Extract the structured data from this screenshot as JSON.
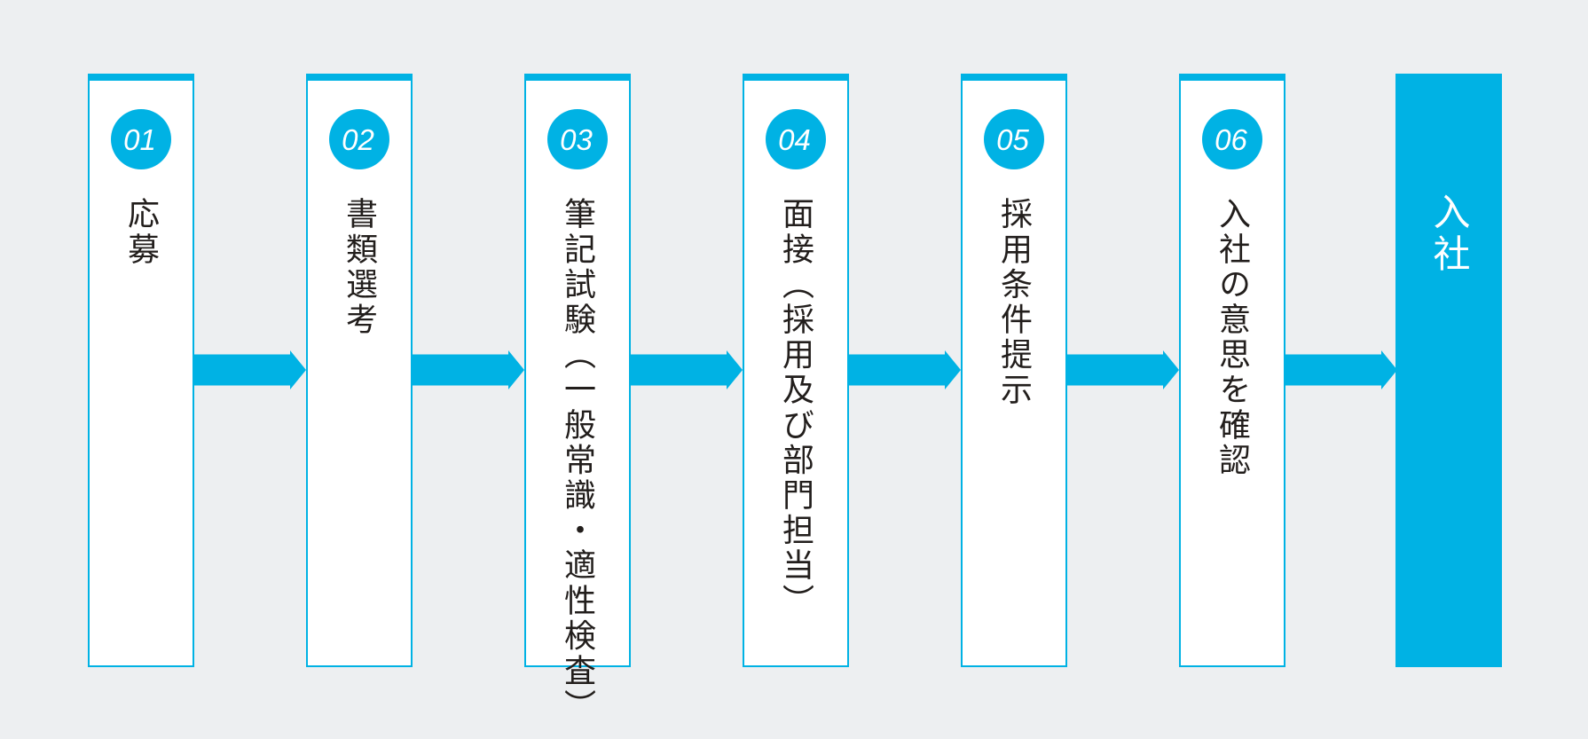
{
  "steps": [
    {
      "number": "01",
      "label": "応募"
    },
    {
      "number": "02",
      "label": "書類選考"
    },
    {
      "number": "03",
      "label": "筆記試験（一般常識・適性検査）"
    },
    {
      "number": "04",
      "label": "面接（採用及び部門担当）"
    },
    {
      "number": "05",
      "label": "採用条件提示"
    },
    {
      "number": "06",
      "label": "入社の意思を確認"
    }
  ],
  "final": {
    "label": "入社"
  },
  "colors": {
    "accent": "#00B2E4",
    "background": "#EDEFF1",
    "card_bg": "#FFFFFF",
    "text": "#221E1C",
    "final_text": "#FFFFFF"
  }
}
